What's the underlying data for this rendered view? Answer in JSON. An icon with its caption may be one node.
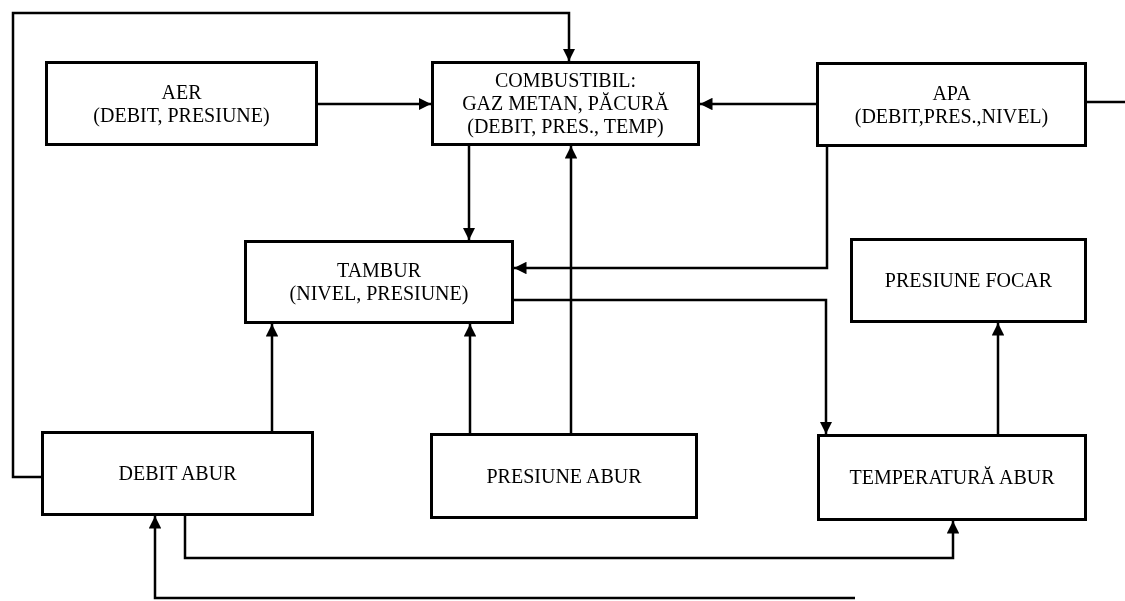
{
  "diagram": {
    "nodes": [
      {
        "text": [
          "AER",
          "(DEBIT, PRESIUNE)"
        ]
      },
      {
        "text": [
          "COMBUSTIBIL:",
          "GAZ METAN, PĂCURĂ (DEBIT, PRES., TEMP)"
        ]
      },
      {
        "text": [
          "APA",
          "(DEBIT,PRES.,NIVEL)"
        ]
      },
      {
        "text": [
          "TAMBUR",
          "(NIVEL, PRESIUNE)"
        ]
      },
      {
        "text": [
          "PRESIUNE FOCAR"
        ]
      },
      {
        "text": [
          "DEBIT ABUR"
        ]
      },
      {
        "text": [
          "PRESIUNE ABUR"
        ]
      },
      {
        "text": [
          "TEMPERATURĂ ABUR"
        ]
      }
    ],
    "edges": [
      {
        "from": 0,
        "to": 1,
        "arrow": "to"
      },
      {
        "from": 2,
        "to": 1,
        "arrow": "to"
      },
      {
        "from": 1,
        "to": 3,
        "arrow": "to"
      },
      {
        "from": 2,
        "to": 3,
        "arrow": "to"
      },
      {
        "from": 5,
        "to": 1,
        "arrow": "to"
      },
      {
        "from": 5,
        "to": 3,
        "arrow": "to"
      },
      {
        "from": 6,
        "to": 3,
        "arrow": "to"
      },
      {
        "from": 6,
        "to": 1,
        "arrow": "to"
      },
      {
        "from": 3,
        "to": 7,
        "arrow": "to"
      },
      {
        "from": 7,
        "to": 4,
        "arrow": "to"
      },
      {
        "from": 5,
        "to": 7,
        "arrow": "to"
      },
      {
        "from": null,
        "to": 5,
        "arrow": "to"
      },
      {
        "from": 2,
        "to": null,
        "arrow": "none"
      }
    ]
  }
}
